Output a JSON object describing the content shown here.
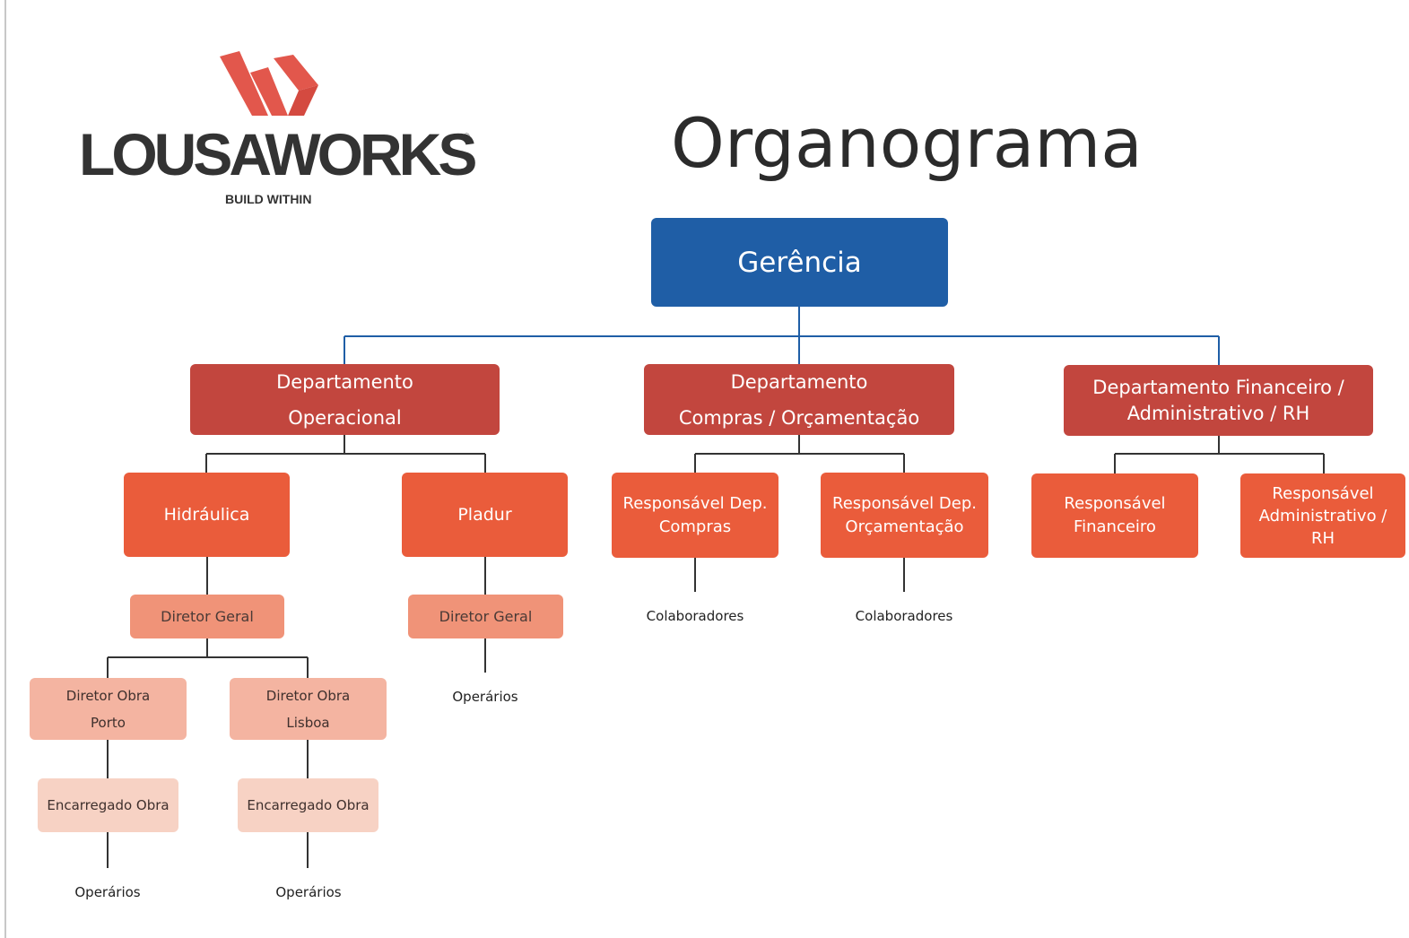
{
  "brand": {
    "name": "LOUSAWORKS",
    "tagline": "BUILD WITHIN"
  },
  "title": "Organograma",
  "org": {
    "root": "Gerência",
    "departments": {
      "operacional": "Departamento\nOperacional",
      "compras": "Departamento\nCompras / Orçamentação",
      "financeiro": "Departamento Financeiro /\nAdministrativo / RH"
    },
    "units": {
      "hidraulica": "Hidráulica",
      "pladur": "Pladur",
      "resp_compras": "Responsável Dep.\nCompras",
      "resp_orcamentacao": "Responsável Dep.\nOrçamentação",
      "resp_financeiro": "Responsável\nFinanceiro",
      "resp_admin": "Responsável\nAdministrativo /\nRH"
    },
    "directors": {
      "hidraulica": "Diretor Geral",
      "pladur": "Diretor Geral"
    },
    "obra_directors": {
      "porto": "Diretor Obra\nPorto",
      "lisboa": "Diretor Obra\nLisboa"
    },
    "encarregados": {
      "porto": "Encarregado Obra",
      "lisboa": "Encarregado Obra"
    },
    "leaves": {
      "pladur_operarios": "Operários",
      "compras_colaboradores": "Colaboradores",
      "orcamentacao_colaboradores": "Colaboradores",
      "porto_operarios": "Operários",
      "lisboa_operarios": "Operários"
    }
  },
  "colors": {
    "root": "#1f5ea6",
    "department": "#c2463e",
    "unit": "#ea5c3b",
    "director": "#f09378",
    "obra_director": "#f4b4a1",
    "encarregado": "#f7d2c4",
    "connector_top": "#1f5ea6",
    "connector": "#333333",
    "logo_mark": "#e2574c"
  }
}
